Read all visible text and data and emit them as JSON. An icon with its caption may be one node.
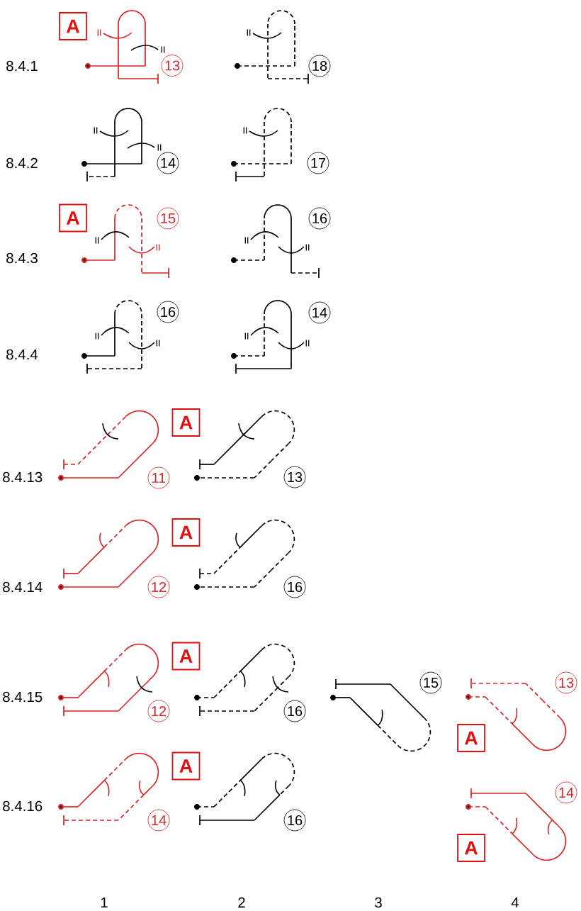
{
  "diagram": {
    "nodes": [
      {
        "text": [
          "A"
        ]
      },
      {
        "text": [
          "13"
        ]
      },
      {
        "text": [
          "18"
        ]
      },
      {
        "text": [
          "14"
        ]
      },
      {
        "text": [
          "17"
        ]
      },
      {
        "text": [
          "A"
        ]
      },
      {
        "text": [
          "15"
        ]
      },
      {
        "text": [
          "16"
        ]
      },
      {
        "text": [
          "16"
        ]
      },
      {
        "text": [
          "14"
        ]
      },
      {
        "text": [
          "A"
        ]
      },
      {
        "text": [
          "11"
        ]
      },
      {
        "text": [
          "13"
        ]
      },
      {
        "text": [
          "A"
        ]
      },
      {
        "text": [
          "12"
        ]
      },
      {
        "text": [
          "16"
        ]
      },
      {
        "text": [
          "A"
        ]
      },
      {
        "text": [
          "12"
        ]
      },
      {
        "text": [
          "16"
        ]
      },
      {
        "text": [
          "15"
        ]
      },
      {
        "text": [
          "13"
        ]
      },
      {
        "text": [
          "A"
        ]
      },
      {
        "text": [
          "A"
        ]
      },
      {
        "text": [
          "14"
        ]
      },
      {
        "text": [
          "16"
        ]
      },
      {
        "text": [
          "14"
        ]
      },
      {
        "text": [
          "A"
        ]
      }
    ],
    "labels": [
      "8.4.1",
      "8.4.2",
      "8.4.3",
      "8.4.4",
      "8.4.13",
      "8.4.14",
      "8.4.15",
      "8.4.16",
      "1",
      "2",
      "3",
      "4"
    ]
  }
}
